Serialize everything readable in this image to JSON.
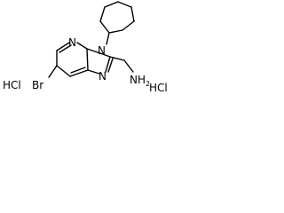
{
  "molecule": {
    "atoms": {
      "n_pyridine": "N",
      "n_imidazole_top": "N",
      "n_imidazole_bottom": "N",
      "bromine": "Br",
      "amine": "NH",
      "amine_subscript": "2"
    },
    "salts": [
      {
        "label": "HCl"
      },
      {
        "label": "HCl"
      }
    ]
  }
}
